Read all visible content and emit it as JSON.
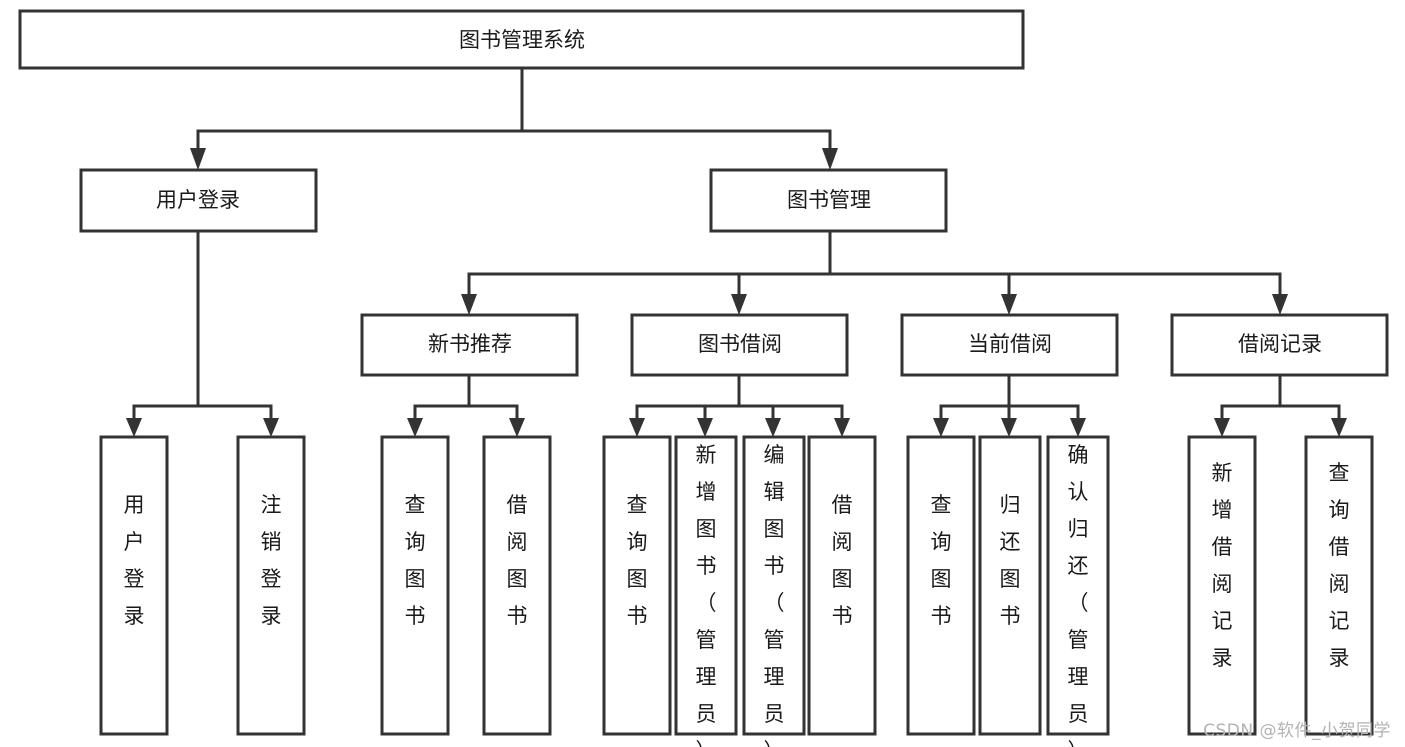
{
  "diagram": {
    "type": "tree-hierarchy-chart",
    "title": "图书管理系统",
    "orientation": "top-down",
    "colors": {
      "box_stroke": "#333333",
      "box_fill": "#ffffff",
      "text": "#1a1a1a",
      "background": "#ffffff",
      "watermark": "#b3b3b3"
    },
    "root": {
      "label": "图书管理系统"
    },
    "level2": [
      {
        "label": "用户登录"
      },
      {
        "label": "图书管理"
      }
    ],
    "level3": [
      {
        "label": "新书推荐"
      },
      {
        "label": "图书借阅"
      },
      {
        "label": "当前借阅"
      },
      {
        "label": "借阅记录"
      }
    ],
    "leaves": {
      "user_login": [
        {
          "label": "用户登录"
        },
        {
          "label": "注销登录"
        }
      ],
      "new_book_recommend": [
        {
          "label": "查询图书"
        },
        {
          "label": "借阅图书"
        }
      ],
      "book_borrow": [
        {
          "label": "查询图书"
        },
        {
          "label": "新增图书（管理员）"
        },
        {
          "label": "编辑图书（管理员）"
        },
        {
          "label": "借阅图书"
        }
      ],
      "current_borrow": [
        {
          "label": "查询图书"
        },
        {
          "label": "归还图书"
        },
        {
          "label": "确认归还（管理员）"
        }
      ],
      "borrow_record": [
        {
          "label": "新增借阅记录"
        },
        {
          "label": "查询借阅记录"
        }
      ]
    }
  },
  "watermark": {
    "text": "CSDN @软件_小贺同学"
  }
}
